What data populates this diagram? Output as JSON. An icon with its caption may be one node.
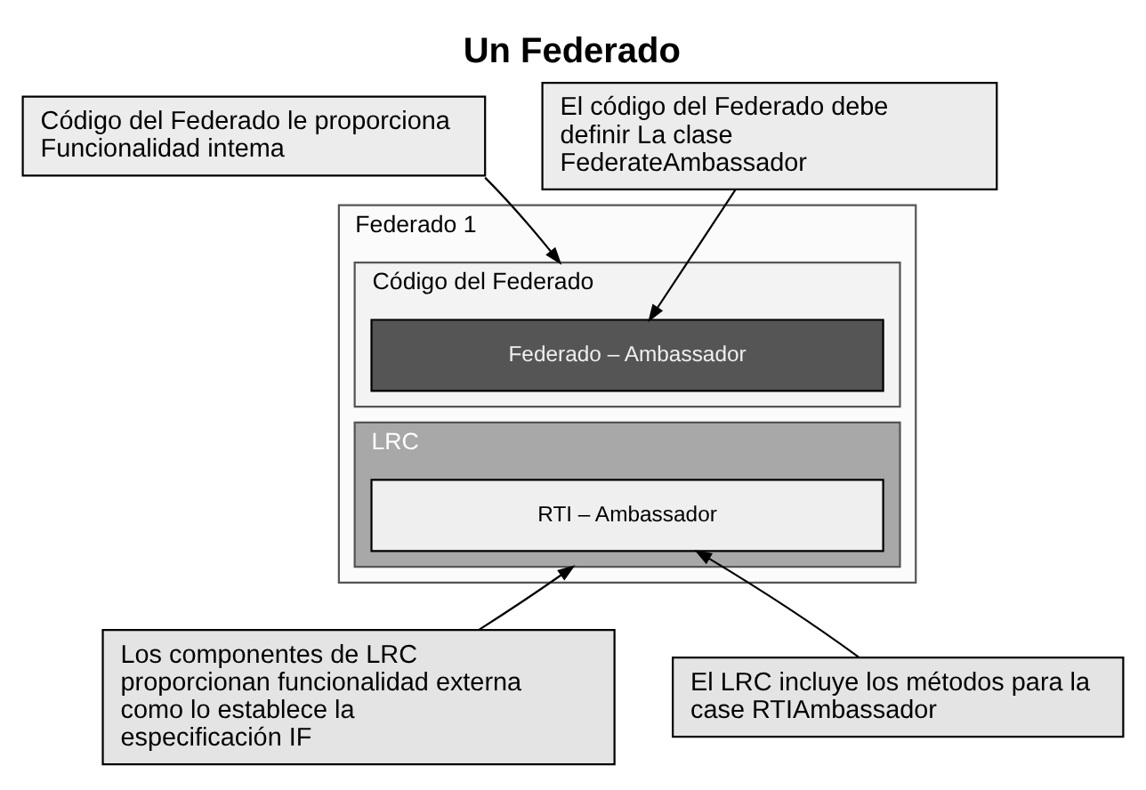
{
  "diagram": {
    "title": "Un Federado",
    "nodes": [
      {
        "text": [
          "Código del Federado le proporciona Funcionalidad intema"
        ]
      },
      {
        "text": [
          "El código del Federado debe definir La clase FederateAmbassador"
        ]
      },
      {
        "text": [
          "Federado 1"
        ]
      },
      {
        "text": [
          "Código del Federado"
        ],
        "in": 2
      },
      {
        "text": [
          "Federado – Ambassador"
        ],
        "in": 3
      },
      {
        "text": [
          "LRC"
        ],
        "in": 2
      },
      {
        "text": [
          "RTI – Ambassador"
        ],
        "in": 5
      },
      {
        "text": [
          "Los componentes de LRC proporcionan funcionalidad externa  como lo establece la especificación IF"
        ]
      },
      {
        "text": [
          "El LRC incluye los métodos para la case RTIAmbassador"
        ]
      }
    ],
    "edges": [
      {
        "from": 0,
        "to": 3,
        "arrow": "to"
      },
      {
        "from": 1,
        "to": 4,
        "arrow": "to"
      },
      {
        "from": 7,
        "to": 5,
        "arrow": "to"
      },
      {
        "from": 8,
        "to": 6,
        "arrow": "to"
      }
    ]
  }
}
